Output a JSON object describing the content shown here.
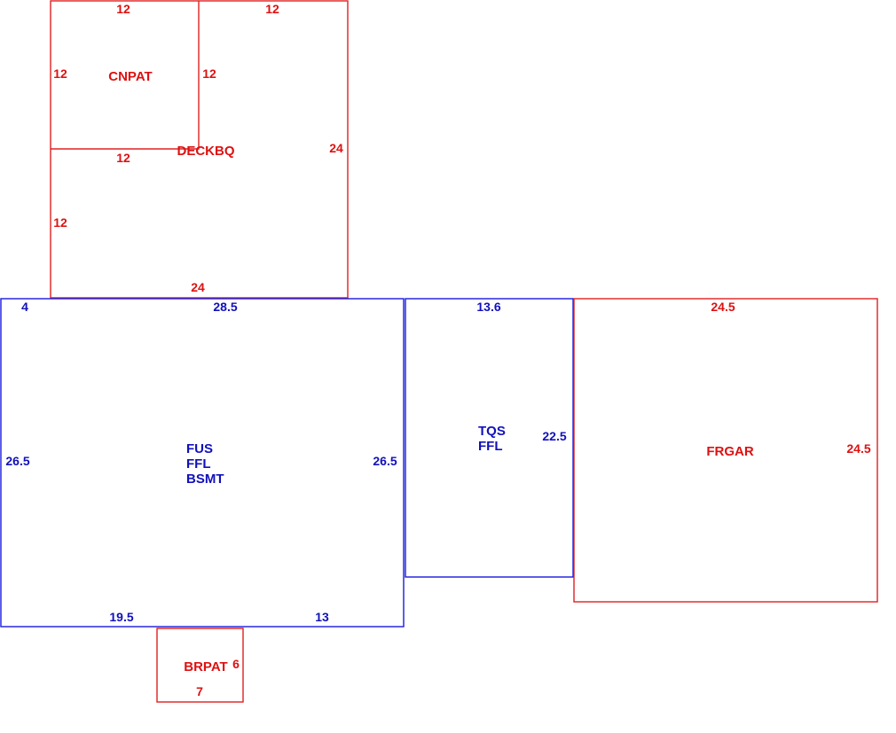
{
  "colors": {
    "red": "#dd1111",
    "blue": "#1111bb"
  },
  "areas": {
    "cnpat": {
      "label": "CNPAT",
      "dims": {
        "top": "12",
        "left": "12",
        "right": "12",
        "bottom": "12"
      }
    },
    "deckbq": {
      "label": "DECKBQ",
      "dims": {
        "top": "12",
        "right": "24",
        "left": "12",
        "bottom": "24"
      }
    },
    "fus": {
      "labels": [
        "FUS",
        "FFL",
        "BSMT"
      ],
      "dims": {
        "top_left": "4",
        "top": "28.5",
        "left": "26.5",
        "right": "26.5",
        "bottom_left": "19.5",
        "bottom_right": "13"
      }
    },
    "tqs": {
      "labels": [
        "TQS",
        "FFL"
      ],
      "dims": {
        "top": "13.6",
        "right": "22.5"
      }
    },
    "frgar": {
      "label": "FRGAR",
      "dims": {
        "top": "24.5",
        "right": "24.5"
      }
    },
    "brpat": {
      "label": "BRPAT",
      "dims": {
        "right": "6",
        "bottom": "7"
      }
    }
  }
}
